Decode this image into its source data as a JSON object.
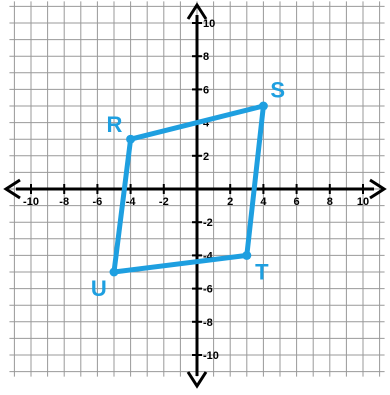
{
  "chart_data": {
    "type": "coordinate-plane",
    "xlim": [
      -10,
      10
    ],
    "ylim": [
      -10,
      10
    ],
    "grid": true,
    "x_tick_labels": [
      "-10",
      "-8",
      "-6",
      "-4",
      "-2",
      "2",
      "4",
      "6",
      "8",
      "10"
    ],
    "y_tick_labels": [
      "10",
      "8",
      "6",
      "4",
      "2",
      "-2",
      "-4",
      "-6",
      "-8",
      "-10"
    ],
    "polygon": {
      "color": "#1e9fe0",
      "vertices": [
        {
          "label": "R",
          "x": -4,
          "y": 3
        },
        {
          "label": "S",
          "x": 4,
          "y": 5
        },
        {
          "label": "T",
          "x": 3,
          "y": -4
        },
        {
          "label": "U",
          "x": -5,
          "y": -5
        }
      ]
    }
  }
}
